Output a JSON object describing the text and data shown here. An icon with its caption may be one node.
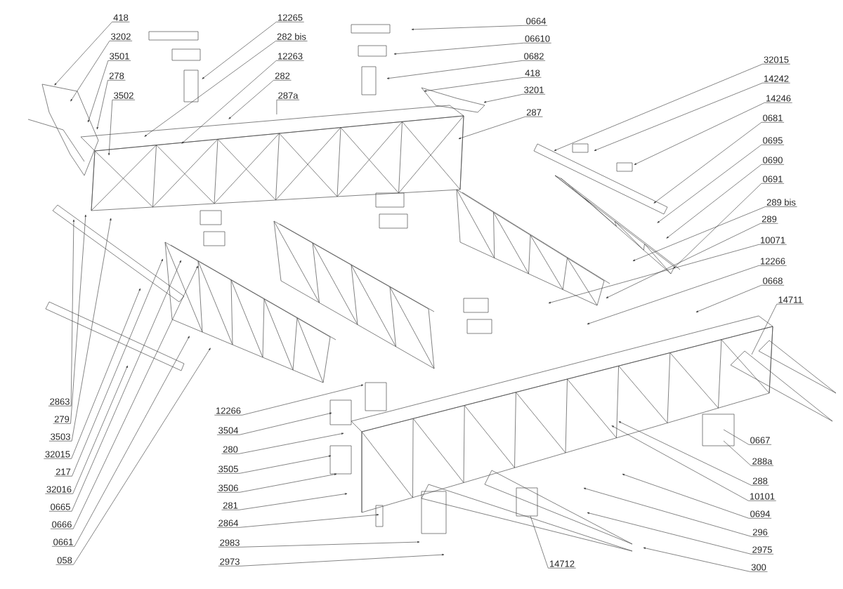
{
  "diagram": {
    "nodes": [
      {
        "text": [
          "418"
        ]
      },
      {
        "text": [
          "3202"
        ]
      },
      {
        "text": [
          "3501"
        ]
      },
      {
        "text": [
          "278"
        ]
      },
      {
        "text": [
          "3502"
        ]
      },
      {
        "text": [
          "12265"
        ]
      },
      {
        "text": [
          "282 bis"
        ]
      },
      {
        "text": [
          "12263"
        ]
      },
      {
        "text": [
          "282"
        ]
      },
      {
        "text": [
          "287a"
        ]
      },
      {
        "text": [
          "0664"
        ]
      },
      {
        "text": [
          "06610"
        ]
      },
      {
        "text": [
          "0682"
        ]
      },
      {
        "text": [
          "418"
        ]
      },
      {
        "text": [
          "3201"
        ]
      },
      {
        "text": [
          "287"
        ]
      },
      {
        "text": [
          "32015"
        ]
      },
      {
        "text": [
          "14242"
        ]
      },
      {
        "text": [
          "14246"
        ]
      },
      {
        "text": [
          "0681"
        ]
      },
      {
        "text": [
          "0695"
        ]
      },
      {
        "text": [
          "0690"
        ]
      },
      {
        "text": [
          "0691"
        ]
      },
      {
        "text": [
          "289 bis"
        ]
      },
      {
        "text": [
          "289"
        ]
      },
      {
        "text": [
          "10071"
        ]
      },
      {
        "text": [
          "12266"
        ]
      },
      {
        "text": [
          "0668"
        ]
      },
      {
        "text": [
          "14711"
        ]
      },
      {
        "text": [
          "2863"
        ]
      },
      {
        "text": [
          "279"
        ]
      },
      {
        "text": [
          "3503"
        ]
      },
      {
        "text": [
          "32015"
        ]
      },
      {
        "text": [
          "217"
        ]
      },
      {
        "text": [
          "32016"
        ]
      },
      {
        "text": [
          "0665"
        ]
      },
      {
        "text": [
          "0666"
        ]
      },
      {
        "text": [
          "0661"
        ]
      },
      {
        "text": [
          "058"
        ]
      },
      {
        "text": [
          "12266"
        ]
      },
      {
        "text": [
          "3504"
        ]
      },
      {
        "text": [
          "280"
        ]
      },
      {
        "text": [
          "3505"
        ]
      },
      {
        "text": [
          "3506"
        ]
      },
      {
        "text": [
          "281"
        ]
      },
      {
        "text": [
          "2864"
        ]
      },
      {
        "text": [
          "2983"
        ]
      },
      {
        "text": [
          "2973"
        ]
      },
      {
        "text": [
          "14712"
        ]
      },
      {
        "text": [
          "0667"
        ]
      },
      {
        "text": [
          "288a"
        ]
      },
      {
        "text": [
          "288"
        ]
      },
      {
        "text": [
          "10101"
        ]
      },
      {
        "text": [
          "0694"
        ]
      },
      {
        "text": [
          "296"
        ]
      },
      {
        "text": [
          "2975"
        ]
      },
      {
        "text": [
          "300"
        ]
      }
    ],
    "edges": [
      {
        "from": 0,
        "to": null,
        "arrow": "to"
      },
      {
        "from": 1,
        "to": null,
        "arrow": "to"
      },
      {
        "from": 2,
        "to": null,
        "arrow": "to"
      },
      {
        "from": 3,
        "to": null,
        "arrow": "to"
      },
      {
        "from": 4,
        "to": null,
        "arrow": "to"
      },
      {
        "from": 5,
        "to": null,
        "arrow": "to"
      },
      {
        "from": 6,
        "to": null,
        "arrow": "to"
      },
      {
        "from": 7,
        "to": null,
        "arrow": "to"
      },
      {
        "from": 8,
        "to": null,
        "arrow": "to"
      },
      {
        "from": 9,
        "to": null,
        "arrow": "none"
      },
      {
        "from": 10,
        "to": null,
        "arrow": "to"
      },
      {
        "from": 11,
        "to": null,
        "arrow": "to"
      },
      {
        "from": 12,
        "to": null,
        "arrow": "to"
      },
      {
        "from": 13,
        "to": null,
        "arrow": "to"
      },
      {
        "from": 14,
        "to": null,
        "arrow": "to"
      },
      {
        "from": 15,
        "to": null,
        "arrow": "to"
      },
      {
        "from": 16,
        "to": null,
        "arrow": "to"
      },
      {
        "from": 17,
        "to": null,
        "arrow": "to"
      },
      {
        "from": 18,
        "to": null,
        "arrow": "to"
      },
      {
        "from": 19,
        "to": null,
        "arrow": "to"
      },
      {
        "from": 20,
        "to": null,
        "arrow": "to"
      },
      {
        "from": 21,
        "to": null,
        "arrow": "to"
      },
      {
        "from": 22,
        "to": null,
        "arrow": "to"
      },
      {
        "from": 23,
        "to": null,
        "arrow": "to"
      },
      {
        "from": 24,
        "to": null,
        "arrow": "to"
      },
      {
        "from": 25,
        "to": null,
        "arrow": "to"
      },
      {
        "from": 26,
        "to": null,
        "arrow": "to"
      },
      {
        "from": 27,
        "to": null,
        "arrow": "to"
      },
      {
        "from": 28,
        "to": null,
        "arrow": "none"
      },
      {
        "from": 29,
        "to": null,
        "arrow": "to"
      },
      {
        "from": 30,
        "to": null,
        "arrow": "to"
      },
      {
        "from": 31,
        "to": null,
        "arrow": "to"
      },
      {
        "from": 32,
        "to": null,
        "arrow": "to"
      },
      {
        "from": 33,
        "to": null,
        "arrow": "to"
      },
      {
        "from": 34,
        "to": null,
        "arrow": "to"
      },
      {
        "from": 35,
        "to": null,
        "arrow": "to"
      },
      {
        "from": 36,
        "to": null,
        "arrow": "to"
      },
      {
        "from": 37,
        "to": null,
        "arrow": "to"
      },
      {
        "from": 38,
        "to": null,
        "arrow": "to"
      },
      {
        "from": 39,
        "to": null,
        "arrow": "to"
      },
      {
        "from": 40,
        "to": null,
        "arrow": "to"
      },
      {
        "from": 41,
        "to": null,
        "arrow": "to"
      },
      {
        "from": 42,
        "to": null,
        "arrow": "to"
      },
      {
        "from": 43,
        "to": null,
        "arrow": "to"
      },
      {
        "from": 44,
        "to": null,
        "arrow": "to"
      },
      {
        "from": 45,
        "to": null,
        "arrow": "to"
      },
      {
        "from": 46,
        "to": null,
        "arrow": "to"
      },
      {
        "from": 47,
        "to": null,
        "arrow": "to"
      },
      {
        "from": 48,
        "to": null,
        "arrow": "none"
      },
      {
        "from": 49,
        "to": null,
        "arrow": "none"
      },
      {
        "from": 50,
        "to": null,
        "arrow": "none"
      },
      {
        "from": 51,
        "to": null,
        "arrow": "to"
      },
      {
        "from": 52,
        "to": null,
        "arrow": "to"
      },
      {
        "from": 53,
        "to": null,
        "arrow": "to"
      },
      {
        "from": 54,
        "to": null,
        "arrow": "to"
      },
      {
        "from": 55,
        "to": null,
        "arrow": "to"
      },
      {
        "from": 56,
        "to": null,
        "arrow": "to"
      }
    ]
  }
}
